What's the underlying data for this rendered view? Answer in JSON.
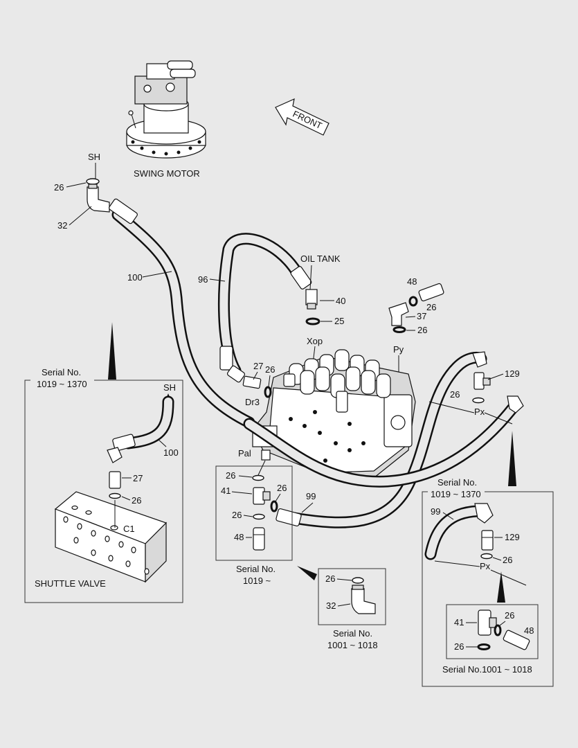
{
  "title_labels": {
    "swing_motor": "SWING MOTOR",
    "front": "FRONT",
    "oil_tank": "OIL TANK",
    "shuttle_valve": "SHUTTLE VALVE"
  },
  "port_labels": {
    "sh_main": "SH",
    "sh_inset": "SH",
    "xop": "Xop",
    "py": "Py",
    "dr3": "Dr3",
    "pal": "Pal",
    "px_main": "Px",
    "px_inset": "Px",
    "c1": "C1"
  },
  "part_numbers": {
    "p26_motor": "26",
    "p32_motor": "32",
    "p100_main": "100",
    "p96": "96",
    "p40": "40",
    "p25": "25",
    "p48_top": "48",
    "p26_top": "26",
    "p37": "37",
    "p26_py": "26",
    "p27_main": "27",
    "p26_dr3": "26",
    "p129_main": "129",
    "p26_px": "26",
    "p99_main": "99",
    "p100_inset": "100",
    "p27_inset": "27",
    "p26_inset": "26",
    "p26_pal1": "26",
    "p41_pal": "41",
    "p26_pal2": "26",
    "p26_pal3": "26",
    "p48_pal": "48",
    "p26_s1001": "26",
    "p32_s1001": "32",
    "p99_inset": "99",
    "p129_inset": "129",
    "p26_inset_px": "26",
    "p41_sub": "41",
    "p26_sub1": "26",
    "p48_sub": "48",
    "p26_sub2": "26"
  },
  "serial_notes": {
    "left_line1": "Serial No.",
    "left_line2": "1019 ~ 1370",
    "pal_line1": "Serial No.",
    "pal_line2": "1019 ~",
    "mid_line1": "Serial No.",
    "mid_line2": "1001 ~ 1018",
    "right_line1": "Serial No.",
    "right_line2": "1019 ~ 1370",
    "right_sub": "Serial No.1001 ~ 1018"
  }
}
